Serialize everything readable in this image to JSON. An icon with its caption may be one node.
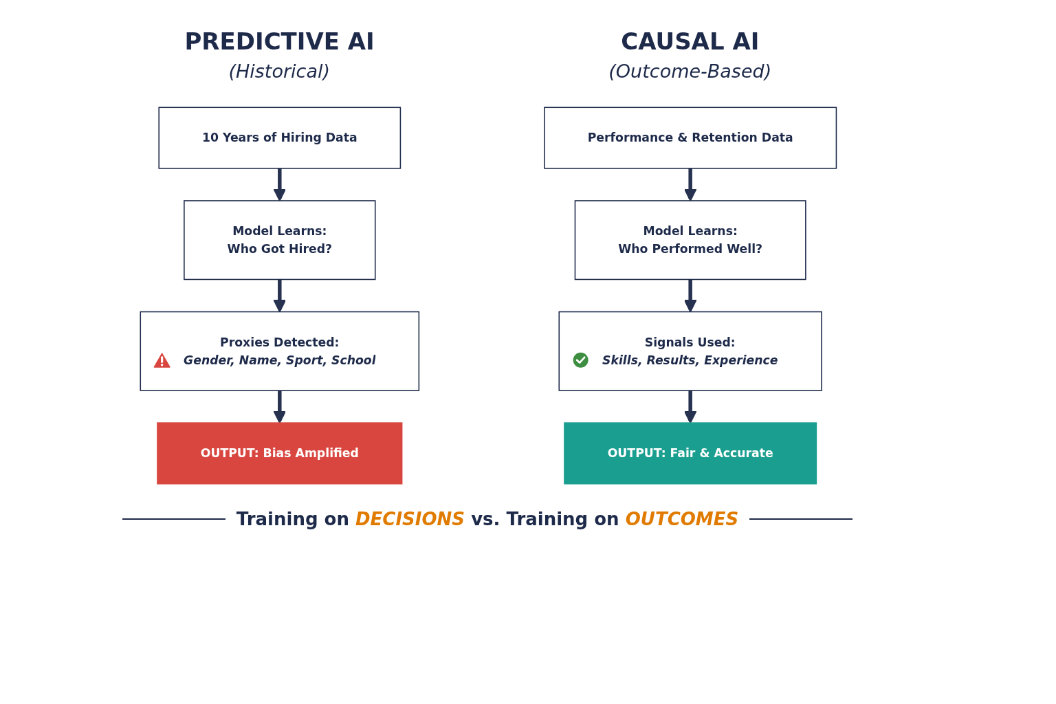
{
  "diagram": {
    "caption": "Training on *DECISIONS* vs. Training on *OUTCOMES*",
    "nodes": [
      {
        "text": [
          "10 Years of Hiring Data"
        ]
      },
      {
        "text": [
          "Model Learns:",
          "Who Got Hired?"
        ]
      },
      {
        "text": [
          "Proxies Detected:",
          "Gender, Name, Sport, School"
        ]
      },
      {
        "text": [
          "OUTPUT: Bias Amplified"
        ]
      },
      {
        "text": [
          "Performance & Retention Data"
        ]
      },
      {
        "text": [
          "Model Learns:",
          "Who Performed Well?"
        ]
      },
      {
        "text": [
          "Signals Used:",
          "Skills, Results, Experience"
        ]
      },
      {
        "text": [
          "OUTPUT: Fair & Accurate"
        ]
      }
    ],
    "edges": [
      {
        "from": 0,
        "to": 1,
        "arrow": "to"
      },
      {
        "from": 1,
        "to": 2,
        "arrow": "to"
      },
      {
        "from": 2,
        "to": 3,
        "arrow": "to"
      },
      {
        "from": 4,
        "to": 5,
        "arrow": "to"
      },
      {
        "from": 5,
        "to": 6,
        "arrow": "to"
      },
      {
        "from": 6,
        "to": 7,
        "arrow": "to"
      }
    ],
    "labels": [
      "PREDICTIVE AI",
      "(Historical)",
      "CAUSAL AI",
      "(Outcome-Based)"
    ]
  }
}
